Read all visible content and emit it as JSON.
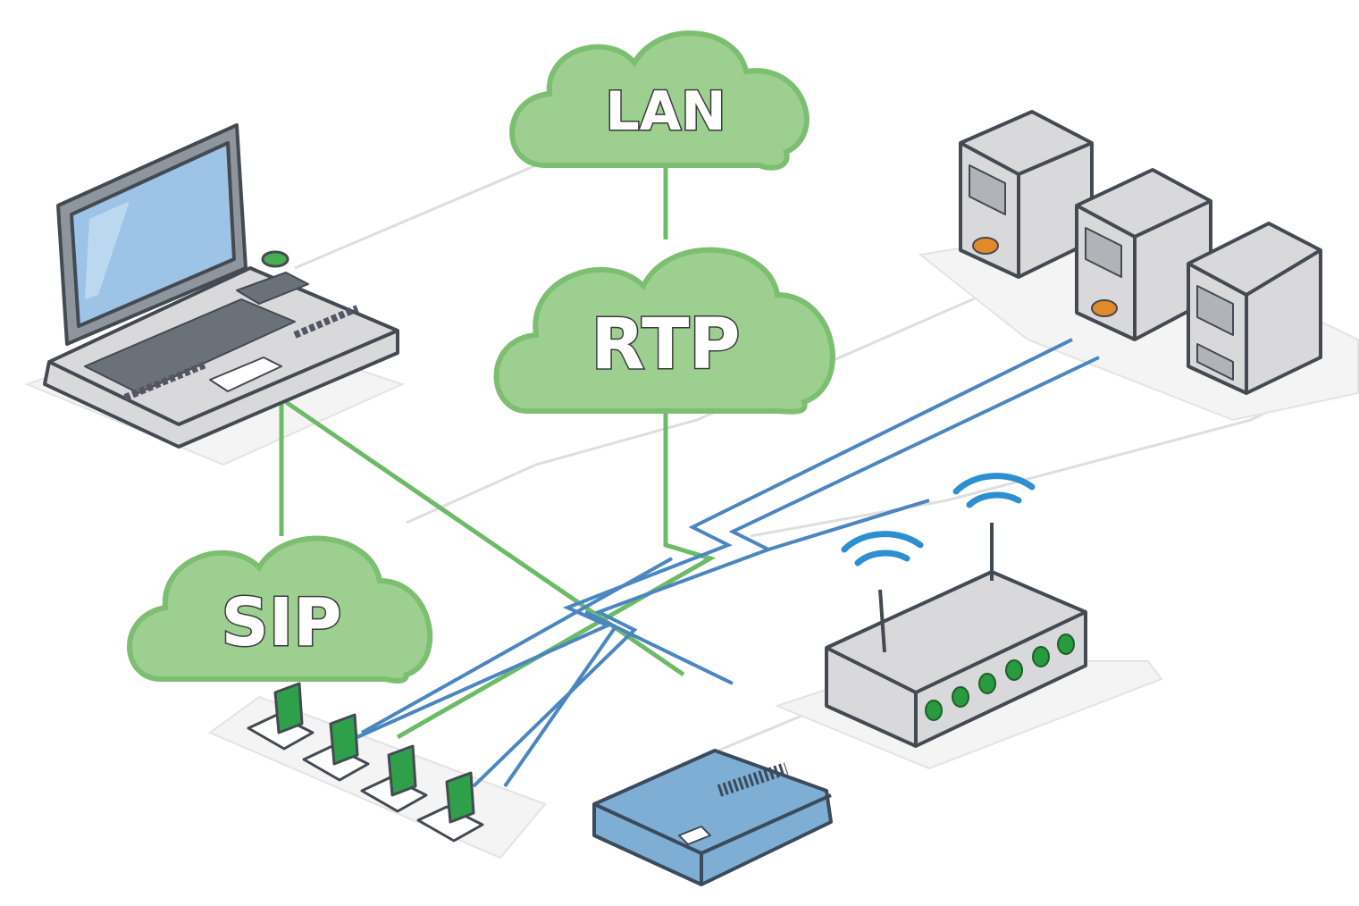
{
  "clouds": {
    "lan": "LAN",
    "rtp": "RTP",
    "sip": "SIP"
  },
  "colors": {
    "green_link": "#6dbb67",
    "blue_link": "#4a86c0",
    "cloud_fill": "#9ccf90",
    "cloud_stroke": "#7cbf70",
    "device_gray": "#d9d9dc",
    "device_outline": "#444a52",
    "modem_blue": "#7eaed3",
    "wifi_blue": "#2b8fd0",
    "accent_orange": "#e08a2a"
  },
  "icons": [
    "laptop-icon",
    "server-icon",
    "router-icon",
    "modem-icon",
    "ip-phone-icon",
    "wifi-icon"
  ]
}
